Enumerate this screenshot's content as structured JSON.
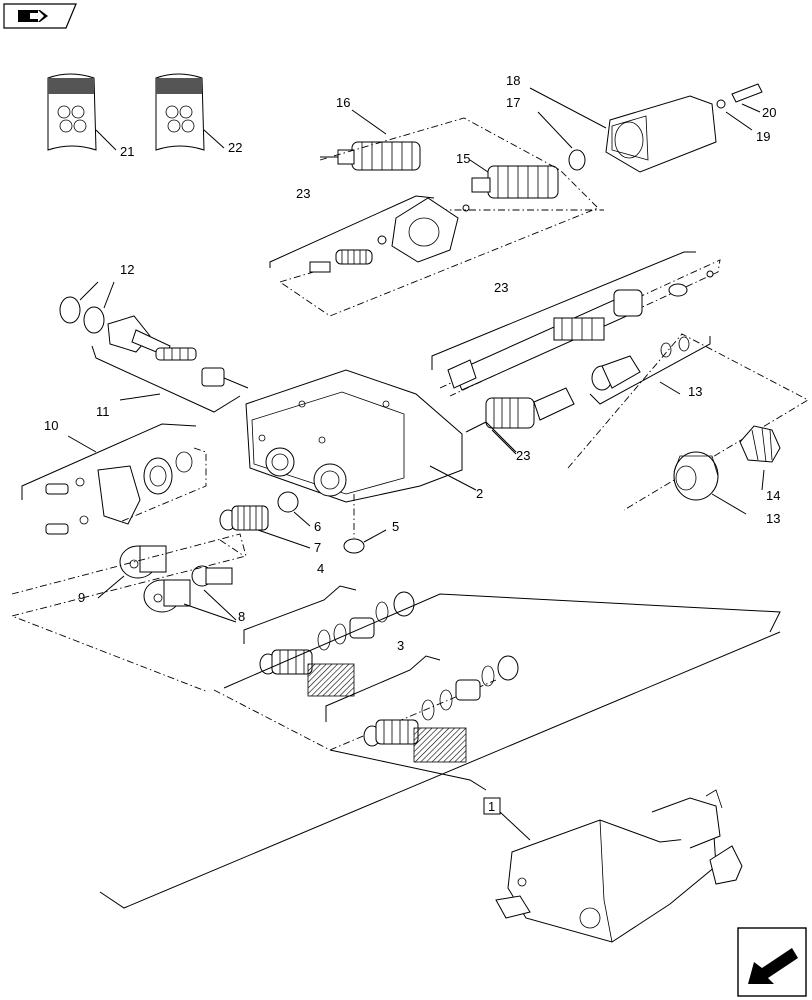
{
  "callouts": {
    "c1": "1",
    "c2": "2",
    "c3": "3",
    "c4": "4",
    "c5": "5",
    "c6": "6",
    "c7": "7",
    "c8": "8",
    "c9": "9",
    "c10": "10",
    "c11": "11",
    "c12": "12",
    "c13a": "13",
    "c13b": "13",
    "c14": "14",
    "c15": "15",
    "c16": "16",
    "c17": "17",
    "c18": "18",
    "c19": "19",
    "c20": "20",
    "c21": "21",
    "c22": "22",
    "c23a": "23",
    "c23b": "23",
    "c23c": "23"
  },
  "icons": {
    "top_left": "book-with-arrow-icon",
    "bottom_right": "navigation-arrow-icon"
  }
}
